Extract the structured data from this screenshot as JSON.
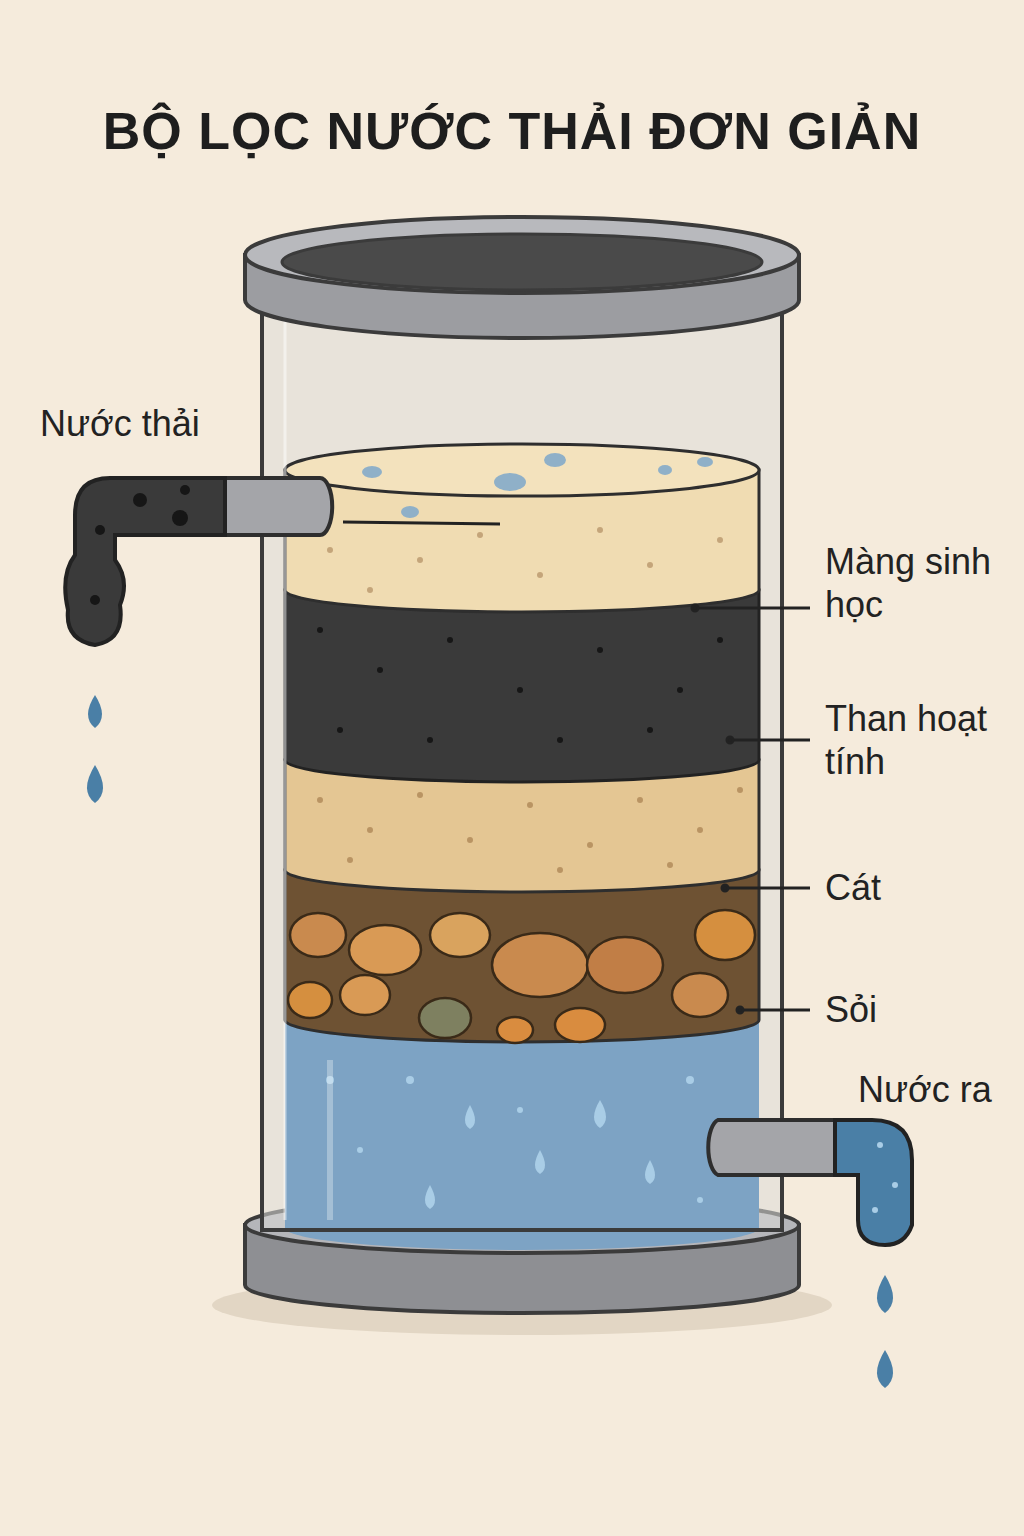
{
  "diagram": {
    "title": "BỘ LỌC NƯỚC THẢI ĐƠN GIẢN",
    "labels": [
      "Nước thải",
      "Màng sinh học",
      "Than hoạt tính",
      "Cát",
      "Sỏi",
      "Nước ra"
    ]
  }
}
